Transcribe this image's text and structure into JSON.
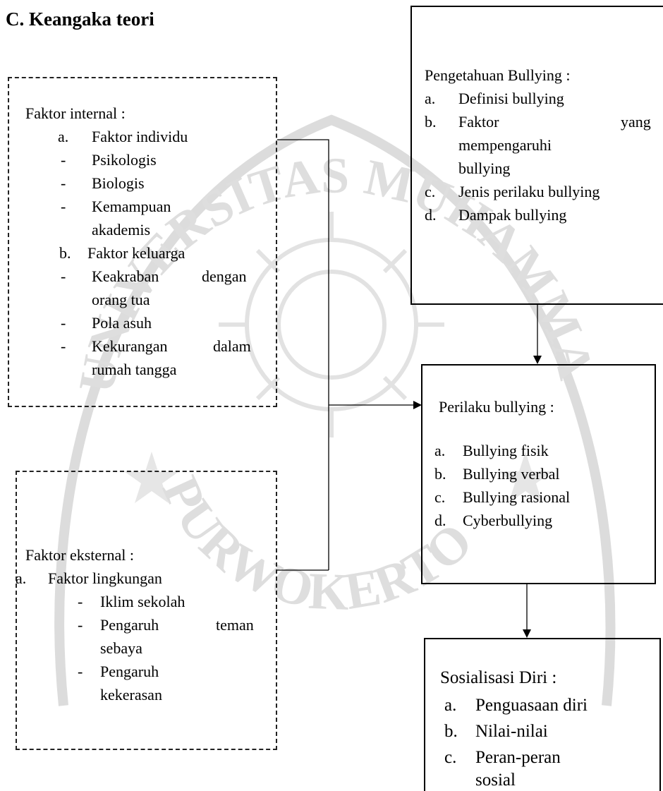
{
  "title": "C.  Keangaka teori",
  "watermark": {
    "top_text": "UNIVERSITAS MUHAMMADIYAH",
    "bottom_text": "PURWOKERTO",
    "color": "#d8d8d8"
  },
  "internal": {
    "heading": "Faktor internal :",
    "a_letter": "a.",
    "a_label": "Faktor individu",
    "a_items": [
      "Psikologis",
      "Biologis",
      "Kemampuan",
      "akademis"
    ],
    "b_letter": "b.",
    "b_label": "Faktor keluarga",
    "b_items": [
      "Keakraban",
      "dengan",
      "orang tua",
      "Pola asuh",
      "Kekurangan",
      "dalam",
      "rumah tangga"
    ],
    "dash": "-"
  },
  "external": {
    "heading": "Faktor eksternal :",
    "a_letter": "a.",
    "a_label": "Faktor lingkungan",
    "items": [
      "Iklim sekolah",
      "Pengaruh",
      "teman",
      "sebaya",
      "Pengaruh",
      "kekerasan"
    ],
    "dash": "-"
  },
  "knowledge": {
    "heading": "Pengetahuan Bullying :",
    "letters": [
      "a.",
      "b.",
      "c.",
      "d."
    ],
    "items": [
      "Definisi bullying",
      "Faktor",
      "yang",
      "mempengaruhi",
      "bullying",
      "Jenis perilaku bullying",
      "Dampak bullying"
    ]
  },
  "behavior": {
    "heading": "Perilaku bullying :",
    "letters": [
      "a.",
      "b.",
      "c.",
      "d."
    ],
    "items": [
      "Bullying fisik",
      "Bullying verbal",
      "Bullying rasional",
      "Cyberbullying"
    ]
  },
  "socialization": {
    "heading": "Sosialisasi Diri :",
    "letters": [
      "a.",
      "b.",
      "c."
    ],
    "items": [
      "Penguasaan diri",
      "Nilai-nilai",
      "Peran-peran",
      "sosial"
    ]
  }
}
